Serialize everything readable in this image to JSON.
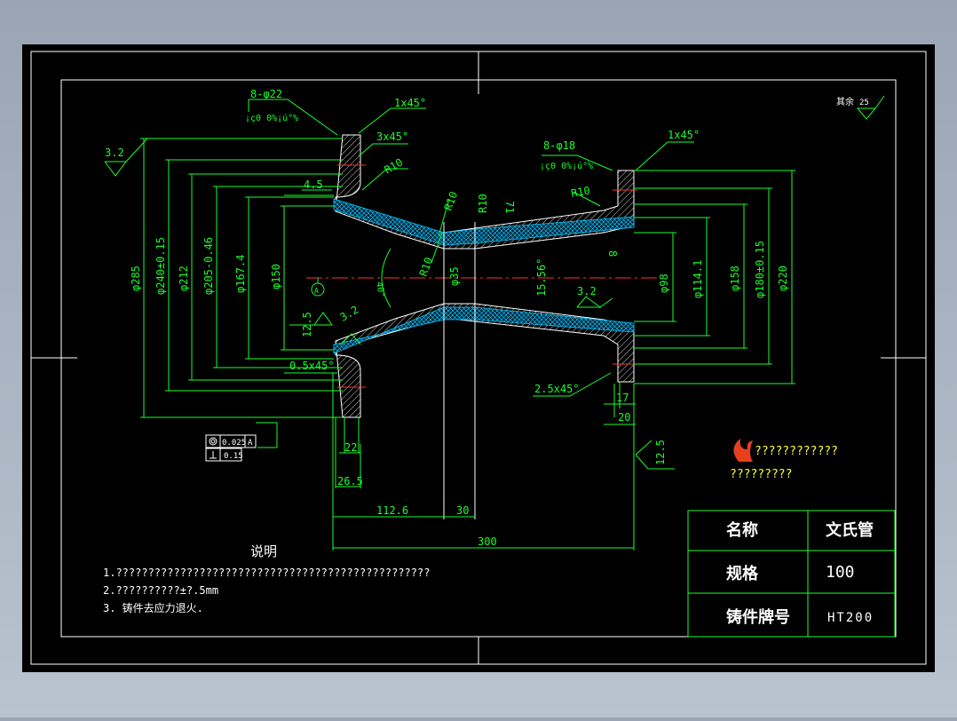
{
  "drawing": {
    "dims_left": {
      "d285": "φ285",
      "d240": "φ240±0.15",
      "d212": "φ212",
      "d205": "φ205-0.46",
      "d167": "φ167.4",
      "d150": "φ150",
      "d35": "φ35"
    },
    "dims_right": {
      "d220": "φ220",
      "d180": "φ180±0.15",
      "d158": "φ158",
      "d114": "φ114.1",
      "d98": "φ98",
      "d15": "15.56°"
    },
    "callouts": {
      "holes_left": "8-φ22",
      "holes_left_sub": "¡ç0 0%¡ú°%",
      "holes_right": "8-φ18",
      "holes_right_sub": "¡ç0 0%¡ú°%",
      "chamfer_left": "1x45°",
      "chamfer_right": "1x45°",
      "chamfer_3": "3x45°",
      "chamfer_05": "0.5x45°",
      "chamfer_25": "2.5x45°",
      "r10_a": "R10",
      "r10_b": "R10",
      "r10_c": "R10",
      "r10_d": "R10",
      "r10_e": "R10",
      "dim_45": "4.5",
      "dim_71": "71",
      "dim_8": "8",
      "angle_40": "40°",
      "rough_32_a": "3.2",
      "rough_32_b": "3.2",
      "rough_32_c": "3.2",
      "rough_125_a": "12.5",
      "rough_125_b": "12.5",
      "datum": "A",
      "other_rough": "其余",
      "other_rough_val": "25"
    },
    "tolerance": {
      "row1_value": "0.025",
      "row1_ref": "A",
      "row2_value": "0.15"
    },
    "dims_bottom": {
      "d22": "22",
      "d265": "26.5",
      "d1126": "112.6",
      "d30": "30",
      "d300": "300",
      "d17": "17",
      "d20": "20"
    }
  },
  "logo": {
    "line1": "????????????",
    "line2": "?????????"
  },
  "notes": {
    "title": "说明",
    "items": [
      "1.?????????????????????????????????????????????????",
      "2.??????????±?.5mm",
      "3. 铸件去应力退火."
    ]
  },
  "title_block": {
    "name_label": "名称",
    "name_value": "文氏管",
    "spec_label": "规格",
    "spec_value": "100",
    "material_label": "铸件牌号",
    "material_value": "HT200"
  }
}
